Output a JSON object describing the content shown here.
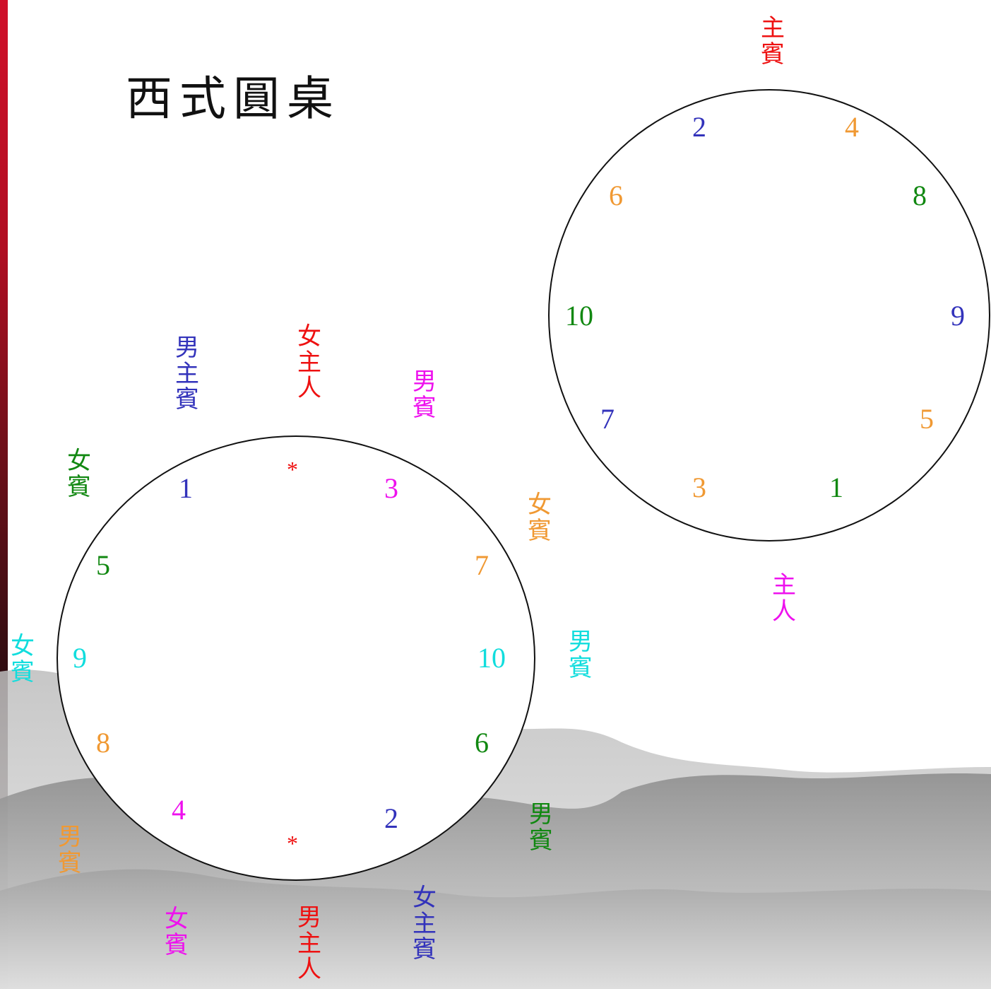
{
  "title": "西式圓桌",
  "colors": {
    "red": "#ee1111",
    "blue": "#3333bb",
    "magenta": "#ee11ee",
    "green": "#118811",
    "orange": "#f09933",
    "cyan": "#11dddd"
  },
  "table_a": {
    "seats": [
      {
        "id": "top",
        "text": "*",
        "color": "#ee1111"
      },
      {
        "id": "1",
        "text": "1",
        "color": "#3333bb"
      },
      {
        "id": "3",
        "text": "3",
        "color": "#ee11ee"
      },
      {
        "id": "5",
        "text": "5",
        "color": "#118811"
      },
      {
        "id": "7",
        "text": "7",
        "color": "#f09933"
      },
      {
        "id": "9",
        "text": "9",
        "color": "#11dddd"
      },
      {
        "id": "10",
        "text": "10",
        "color": "#11dddd"
      },
      {
        "id": "8",
        "text": "8",
        "color": "#f09933"
      },
      {
        "id": "6",
        "text": "6",
        "color": "#118811"
      },
      {
        "id": "4",
        "text": "4",
        "color": "#ee11ee"
      },
      {
        "id": "2",
        "text": "2",
        "color": "#3333bb"
      },
      {
        "id": "bottom",
        "text": "*",
        "color": "#ee1111"
      }
    ],
    "labels": [
      {
        "id": "hostess",
        "text": "女主人",
        "color": "#ee1111"
      },
      {
        "id": "male-guest-of-honor",
        "text": "男主賓",
        "color": "#3333bb"
      },
      {
        "id": "male-guest-3",
        "text": "男賓",
        "color": "#ee11ee"
      },
      {
        "id": "female-guest-5",
        "text": "女賓",
        "color": "#118811"
      },
      {
        "id": "female-guest-7",
        "text": "女賓",
        "color": "#f09933"
      },
      {
        "id": "female-guest-9",
        "text": "女賓",
        "color": "#11dddd"
      },
      {
        "id": "male-guest-10",
        "text": "男賓",
        "color": "#11dddd"
      },
      {
        "id": "male-guest-8",
        "text": "男賓",
        "color": "#f09933"
      },
      {
        "id": "male-guest-6",
        "text": "男賓",
        "color": "#118811"
      },
      {
        "id": "female-guest-4",
        "text": "女賓",
        "color": "#ee11ee"
      },
      {
        "id": "host",
        "text": "男主人",
        "color": "#ee1111"
      },
      {
        "id": "female-guest-of-honor",
        "text": "女主賓",
        "color": "#3333bb"
      }
    ]
  },
  "table_b": {
    "seats": [
      {
        "id": "2",
        "text": "2",
        "color": "#3333bb"
      },
      {
        "id": "4",
        "text": "4",
        "color": "#f09933"
      },
      {
        "id": "6",
        "text": "6",
        "color": "#f09933"
      },
      {
        "id": "8",
        "text": "8",
        "color": "#118811"
      },
      {
        "id": "10",
        "text": "10",
        "color": "#118811"
      },
      {
        "id": "9",
        "text": "9",
        "color": "#3333bb"
      },
      {
        "id": "7",
        "text": "7",
        "color": "#3333bb"
      },
      {
        "id": "5",
        "text": "5",
        "color": "#f09933"
      },
      {
        "id": "3",
        "text": "3",
        "color": "#f09933"
      },
      {
        "id": "1",
        "text": "1",
        "color": "#118811"
      }
    ],
    "labels": [
      {
        "id": "guest-of-honor",
        "text": "主賓",
        "color": "#ee1111"
      },
      {
        "id": "host",
        "text": "主人",
        "color": "#ee11ee"
      }
    ]
  }
}
